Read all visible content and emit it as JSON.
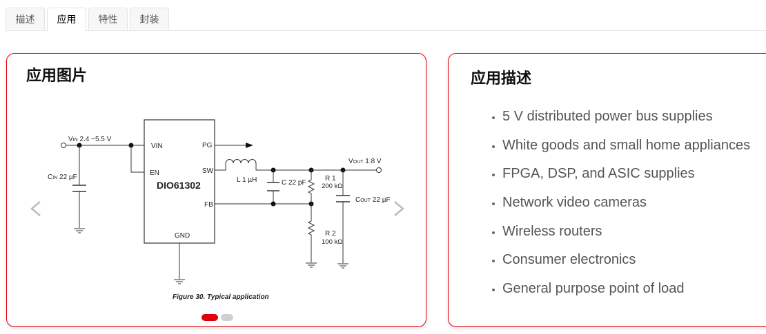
{
  "tabs": [
    {
      "label": "描述",
      "active": false
    },
    {
      "label": "应用",
      "active": true
    },
    {
      "label": "特性",
      "active": false
    },
    {
      "label": "封装",
      "active": false
    }
  ],
  "left_card": {
    "title": "应用图片",
    "diagram": {
      "chip_name": "DIO61302",
      "pins": {
        "vin": "VIN",
        "en": "EN",
        "pg": "PG",
        "sw": "SW",
        "fb": "FB",
        "gnd": "GND"
      },
      "vin_label": "V",
      "vin_sub": "IN",
      "vin_value": " 2.4 ~5.5 V",
      "cin_label": "C",
      "cin_sub": "IN",
      "cin_value": " 22 µF",
      "inductor_label": "L 1 µH",
      "cap_label": "C 22 pF",
      "r1_name": "R 1",
      "r1_value": "200 kΩ",
      "r2_name": "R 2",
      "r2_value": "100 kΩ",
      "vout_label": "V",
      "vout_sub": "OUT",
      "vout_value": " 1.8 V",
      "cout_label": "C",
      "cout_sub": "OUT",
      "cout_value": "  22 µF",
      "caption": "Figure 30. Typical application"
    },
    "carousel": {
      "current_slide": 1,
      "total_slides": 2,
      "prev_icon": "chevron-left-icon",
      "next_icon": "chevron-right-icon"
    }
  },
  "right_card": {
    "title": "应用描述",
    "items": [
      "5 V distributed power bus supplies",
      "White goods and small home appliances",
      "FPGA, DSP, and ASIC supplies",
      "Network video cameras",
      "Wireless routers",
      "Consumer electronics",
      "General purpose point of load"
    ]
  },
  "colors": {
    "accent": "#e1000f",
    "dot_inactive": "#d0d0d0",
    "text_gray": "#555555"
  }
}
